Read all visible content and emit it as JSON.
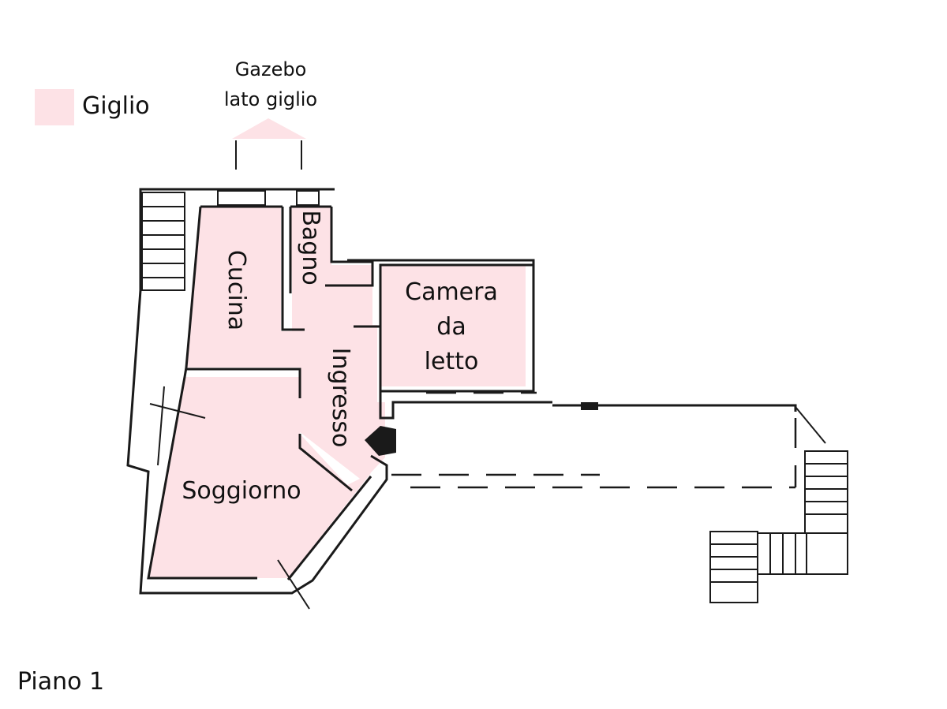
{
  "legend": {
    "swatch_color": "#fde2e6",
    "label": "Giglio"
  },
  "gazebo": {
    "line1": "Gazebo",
    "line2": "lato giglio"
  },
  "rooms": {
    "cucina": "Cucina",
    "bagno": "Bagno",
    "camera_line1": "Camera",
    "camera_line2": "da",
    "camera_line3": "letto",
    "ingresso": "Ingresso",
    "soggiorno": "Soggiorno"
  },
  "floor": "Piano 1",
  "colors": {
    "room_fill": "#fde2e6",
    "wall": "#1a1a1a"
  }
}
